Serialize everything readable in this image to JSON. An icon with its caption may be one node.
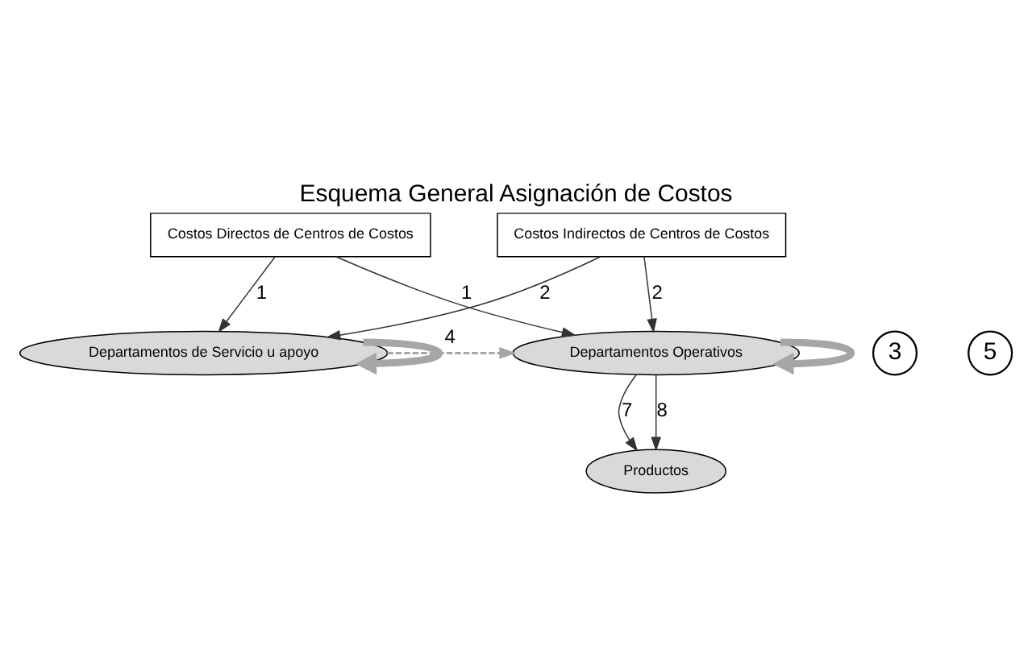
{
  "diagram": {
    "title": "Esquema General Asignación de Costos",
    "nodes": [
      {
        "text": [
          "Costos Directos de Centros de Costos"
        ]
      },
      {
        "text": [
          "Costos Indirectos de Centros de Costos"
        ]
      },
      {
        "text": [
          "3"
        ]
      },
      {
        "text": [
          "Departamentos de Servicio u apoyo"
        ]
      },
      {
        "text": [
          "5"
        ]
      },
      {
        "text": [
          "Departamentos Operativos"
        ]
      },
      {
        "text": [
          "Productos"
        ]
      }
    ],
    "edges": [
      {
        "from": 0,
        "to": 3,
        "arrow": "to",
        "label": "1"
      },
      {
        "from": 0,
        "to": 5,
        "arrow": "to",
        "label": "1"
      },
      {
        "from": 1,
        "to": 3,
        "arrow": "to",
        "label": "2"
      },
      {
        "from": 1,
        "to": 5,
        "arrow": "to",
        "label": "2"
      },
      {
        "from": 3,
        "to": 3,
        "arrow": "to",
        "style": "thick",
        "color": "#a6a6a6"
      },
      {
        "from": 3,
        "to": 5,
        "arrow": "to",
        "label": "4",
        "style": "dashed",
        "color": "#a6a6a6"
      },
      {
        "from": 5,
        "to": 5,
        "arrow": "to",
        "style": "thick",
        "color": "#a6a6a6"
      },
      {
        "from": 5,
        "to": 6,
        "arrow": "to",
        "label": "7"
      },
      {
        "from": 5,
        "to": 6,
        "arrow": "to",
        "label": "8"
      }
    ]
  }
}
